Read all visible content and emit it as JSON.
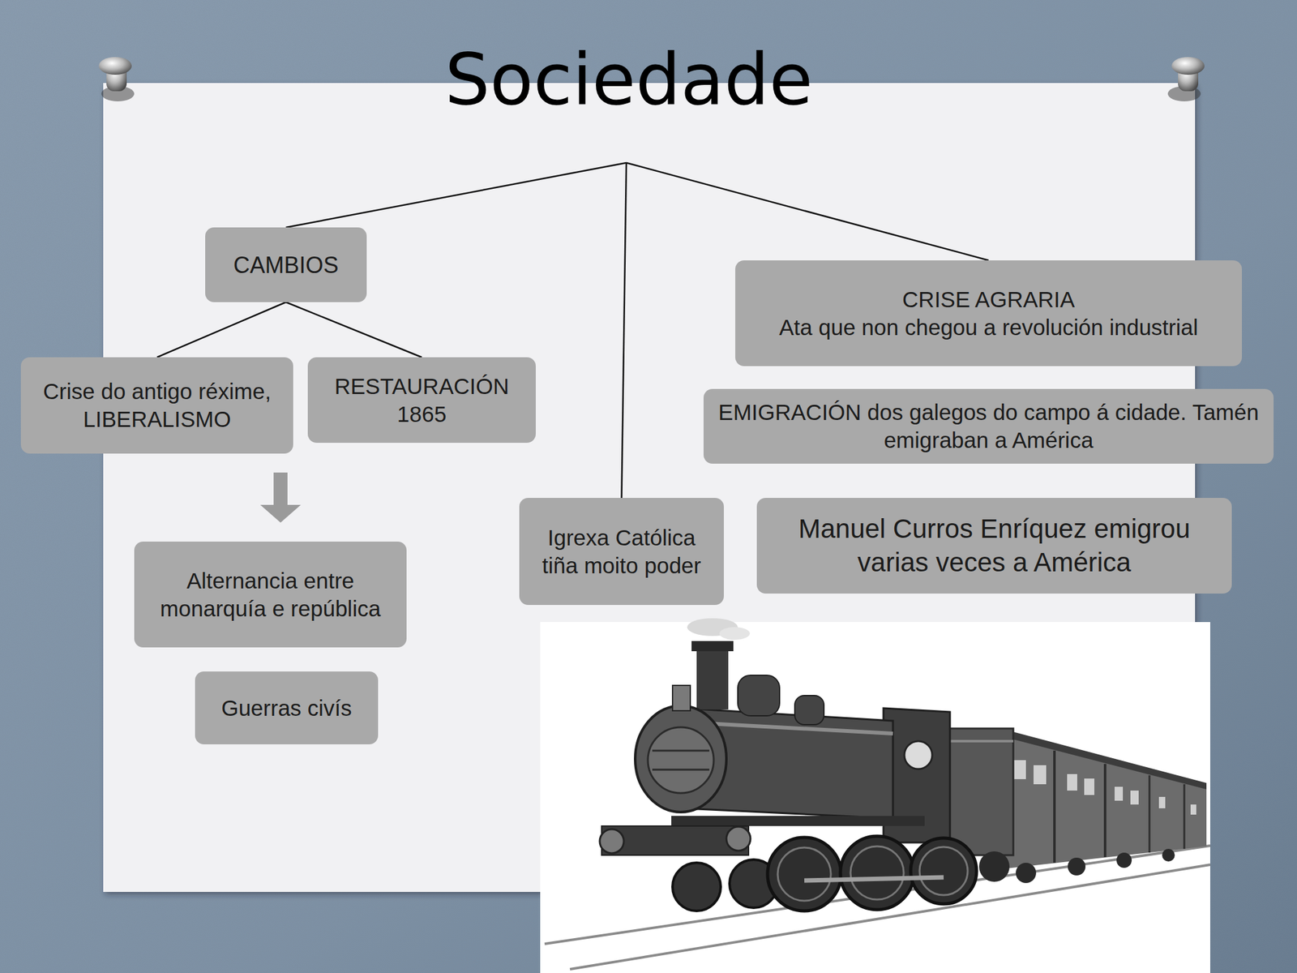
{
  "diagram": {
    "title": "Sociedade",
    "nodes": [
      {
        "text": [
          "CAMBIOS"
        ]
      },
      {
        "text": [
          "Crise do antigo réxime, LIBERALISMO"
        ]
      },
      {
        "text": [
          "RESTAURACIÓN 1865"
        ]
      },
      {
        "text": [
          "Alternancia entre monarquía e república"
        ]
      },
      {
        "text": [
          "Guerras civís"
        ]
      },
      {
        "text": [
          "Igrexa Católica tiña moito poder"
        ]
      },
      {
        "text": [
          "CRISE AGRARIA",
          "Ata que non chegou a revolución industrial"
        ]
      },
      {
        "text": [
          "EMIGRACIÓN dos galegos do campo á cidade. Tamén emigraban a América"
        ]
      },
      {
        "text": [
          "Manuel Curros Enríquez  emigrou varias veces a América"
        ]
      }
    ],
    "edges": [
      {
        "from": 0,
        "to": 1,
        "arrow": "none"
      },
      {
        "from": 0,
        "to": 2,
        "arrow": "none"
      },
      {
        "from": 1,
        "to": 3,
        "arrow": "to"
      }
    ]
  }
}
